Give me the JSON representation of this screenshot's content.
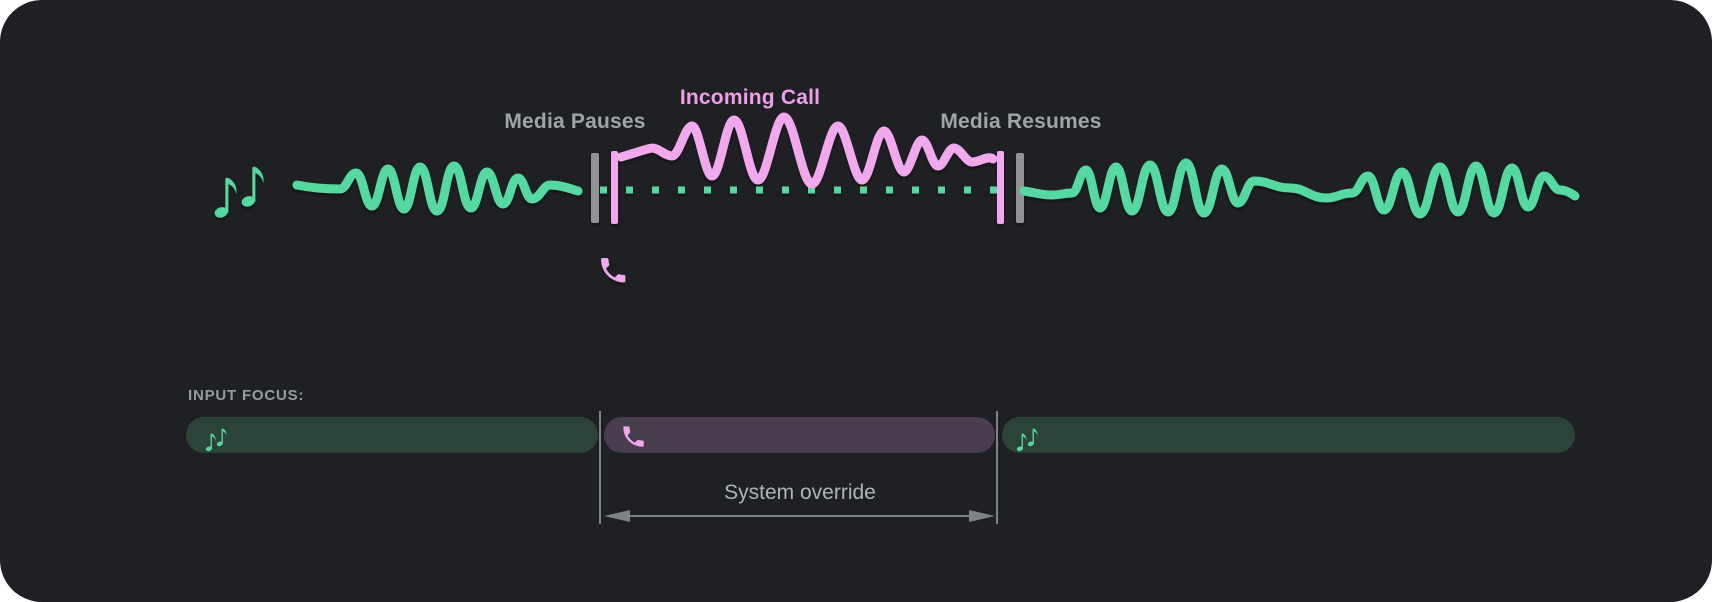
{
  "diagram": {
    "media_pauses_label": "Media Pauses",
    "incoming_call_label": "Incoming Call",
    "media_resumes_label": "Media Resumes",
    "icons": {
      "media": "music-notes-icon",
      "call": "phone-icon"
    },
    "colors": {
      "media_wave": "#57D8A1",
      "call_wave": "#F2A8EC",
      "incoming_call_text": "#EF9EE8",
      "pause_marker_gray": "#919396",
      "label_gray": "#9FA4A9"
    }
  },
  "input_focus": {
    "heading": "INPUT FOCUS:",
    "annotation": "System override",
    "segments": [
      {
        "label": "media",
        "icon": "music-notes-icon",
        "color": "#2C433A"
      },
      {
        "label": "call",
        "icon": "phone-icon",
        "color": "#493E4E"
      },
      {
        "label": "media",
        "icon": "music-notes-icon",
        "color": "#2C433A"
      }
    ]
  },
  "surface": {
    "card_background": "#1F2023",
    "page_background": "#FFFFFF"
  }
}
